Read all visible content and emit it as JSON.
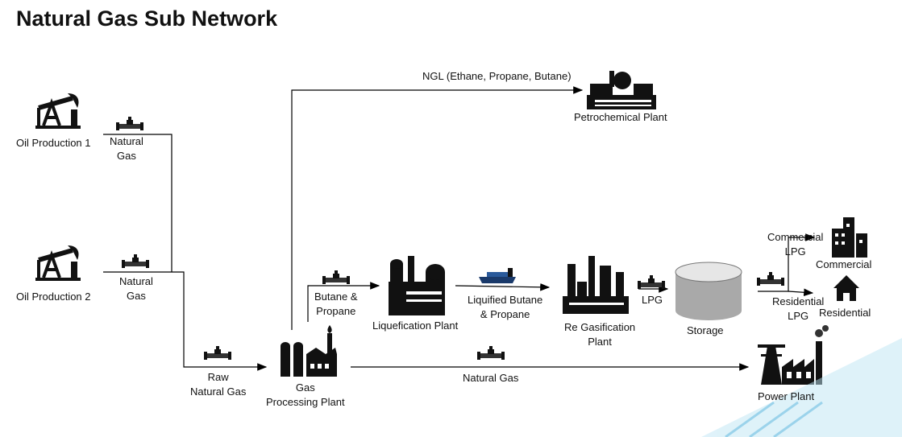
{
  "title": "Natural Gas Sub Network",
  "nodes": {
    "oil1": "Oil Production 1",
    "oil2": "Oil Production 2",
    "gpp": [
      "Gas",
      "Processing Plant"
    ],
    "petro": "Petrochemical Plant",
    "liq": "Liquefication Plant",
    "regas": [
      "Re Gasification",
      "Plant"
    ],
    "storage": "Storage",
    "commercial": "Commercial",
    "residential": "Residential",
    "power": "Power Plant"
  },
  "flows": {
    "ng1": [
      "Natural",
      "Gas"
    ],
    "ng2": [
      "Natural",
      "Gas"
    ],
    "raw": [
      "Raw",
      "Natural Gas"
    ],
    "ngl": "NGL (Ethane, Propane, Butane)",
    "bp": [
      "Butane &",
      "Propane"
    ],
    "lbp": [
      "Liquified Butane",
      "& Propane"
    ],
    "lpg": "LPG",
    "clpg": [
      "Commercial",
      "LPG"
    ],
    "rlpg": [
      "Residential",
      "LPG"
    ],
    "ngpower": "Natural Gas"
  },
  "icons": [
    "oil-pumpjack-icon",
    "pipeline-valve-icon",
    "gas-plant-icon",
    "petrochemical-plant-icon",
    "liquefaction-plant-icon",
    "lng-ship-icon",
    "regasification-plant-icon",
    "storage-tank-icon",
    "commercial-building-icon",
    "house-icon",
    "power-plant-icon"
  ],
  "colors": {
    "line": "#000000",
    "icon": "#111111",
    "tank": "#b8b8b8",
    "decor": "#3aa8d8"
  }
}
